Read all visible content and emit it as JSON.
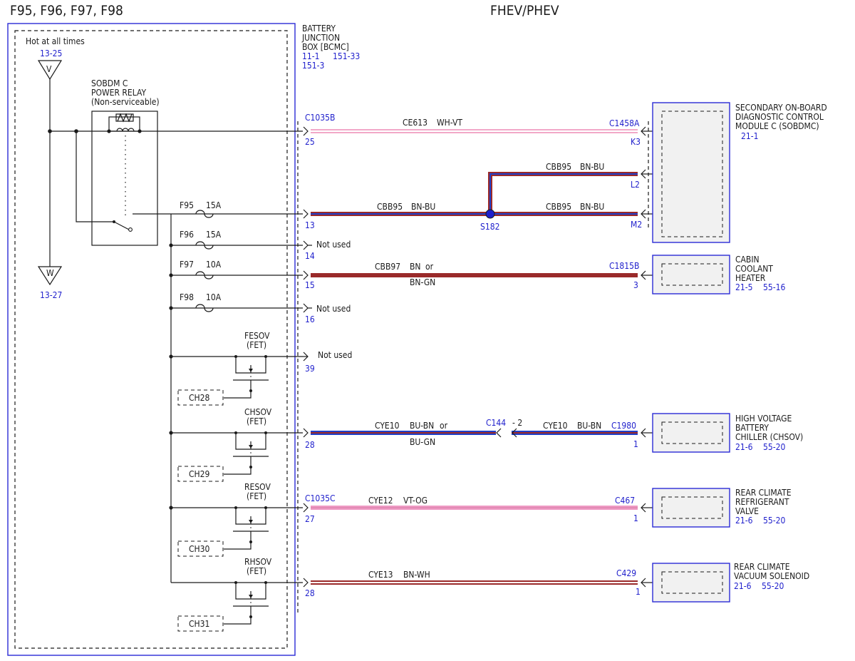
{
  "header": {
    "title": "F95, F96, F97, F98",
    "subtitle": "FHEV/PHEV"
  },
  "colors": {
    "outline_blue": "#2b2bd6",
    "ref_text_blue": "#1f1fcc",
    "wire_pink": "#f2a8c8",
    "wire_brown": "#9a2a2a",
    "wire_blue": "#1f3fc8",
    "wire_white": "#ffffff",
    "wire_violet": "#8a3cc8",
    "wire_green": "#3a9a3a",
    "wire_orange": "#ef8c2c"
  },
  "bjb": {
    "label_lines": [
      "BATTERY",
      "JUNCTION",
      "BOX [BCMC]"
    ],
    "ref1": "11-1",
    "ref2": "151-33",
    "ref3": "151-3",
    "hot_label": "Hot at all times",
    "top_ref": "13-25",
    "top_symbol": "V",
    "bottom_symbol": "W",
    "bottom_ref": "13-27",
    "relay_lines": [
      "SOBDM C",
      "POWER RELAY",
      "(Non-serviceable)"
    ]
  },
  "fuses": [
    {
      "name": "F95",
      "rating": "15A"
    },
    {
      "name": "F96",
      "rating": "15A"
    },
    {
      "name": "F97",
      "rating": "10A"
    },
    {
      "name": "F98",
      "rating": "10A"
    }
  ],
  "fets": [
    {
      "line1": "FESOV",
      "line2": "(FET)",
      "channel": "CH28"
    },
    {
      "line1": "CHSOV",
      "line2": "(FET)",
      "channel": "CH29"
    },
    {
      "line1": "RESOV",
      "line2": "(FET)",
      "channel": "CH30"
    },
    {
      "line1": "RHSOV",
      "line2": "(FET)",
      "channel": "CH31"
    }
  ],
  "connectors": {
    "c1035b": "C1035B",
    "c1035c": "C1035C",
    "c1458a": "C1458A",
    "c1815b": "C1815B",
    "c144": "C144",
    "c144_pin": "- 2",
    "c1980": "C1980",
    "c467": "C467",
    "c429": "C429",
    "s182": "S182"
  },
  "pins": {
    "p25": "25",
    "p13": "13",
    "p14": "14",
    "p15": "15",
    "p16": "16",
    "p39": "39",
    "p28a": "28",
    "p27": "27",
    "p28b": "28",
    "k3": "K3",
    "l2": "L2",
    "m2": "M2",
    "c1815b_pin": "3",
    "c1980_pin": "1",
    "c467_pin": "1",
    "c429_pin": "1"
  },
  "not_used": "Not used",
  "wires": {
    "ce613": {
      "circuit": "CE613",
      "color": "WH-VT"
    },
    "cbb95": {
      "circuit": "CBB95",
      "color": "BN-BU"
    },
    "cbb97": {
      "circuit": "CBB97",
      "color": "BN",
      "or": "or",
      "alt": "BN-GN"
    },
    "cye10": {
      "circuit": "CYE10",
      "color": "BU-BN",
      "or": "or",
      "alt": "BU-GN"
    },
    "cye12": {
      "circuit": "CYE12",
      "color": "VT-OG"
    },
    "cye13": {
      "circuit": "CYE13",
      "color": "BN-WH"
    }
  },
  "modules": {
    "sobdmc": {
      "lines": [
        "SECONDARY ON-BOARD",
        "DIAGNOSTIC CONTROL",
        "MODULE C (SOBDMC)"
      ],
      "ref": "21-1"
    },
    "cch": {
      "lines": [
        "CABIN",
        "COOLANT",
        "HEATER"
      ],
      "ref1": "21-5",
      "ref2": "55-16"
    },
    "chsov": {
      "lines": [
        "HIGH VOLTAGE",
        "BATTERY",
        "CHILLER (CHSOV)"
      ],
      "ref1": "21-6",
      "ref2": "55-20"
    },
    "resov": {
      "lines": [
        "REAR CLIMATE",
        "REFRIGERANT",
        "VALVE"
      ],
      "ref1": "21-6",
      "ref2": "55-20"
    },
    "rhsov": {
      "lines": [
        "REAR CLIMATE",
        "VACUUM SOLENOID"
      ],
      "ref1": "21-6",
      "ref2": "55-20"
    }
  }
}
